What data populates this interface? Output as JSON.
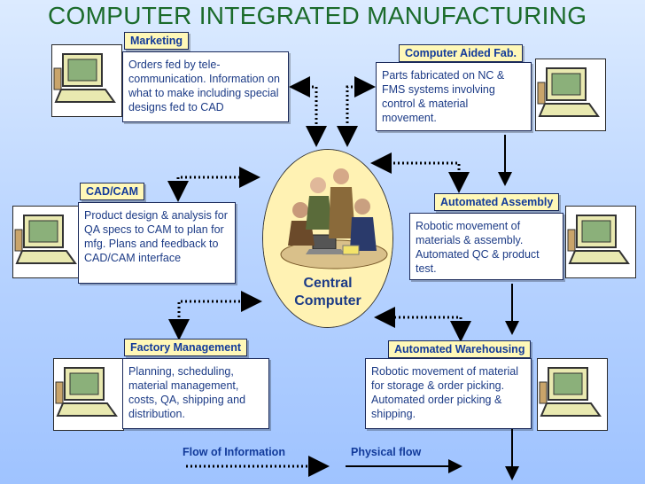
{
  "title": "COMPUTER INTEGRATED MANUFACTURING",
  "central": {
    "line1": "Central",
    "line2": "Computer"
  },
  "nodes": {
    "marketing": {
      "label": "Marketing",
      "text": "Orders fed by tele-communication. Information on what to make including special designs fed to CAD"
    },
    "caf": {
      "label": "Computer Aided Fab.",
      "text": "Parts fabricated on NC & FMS systems involving control & material movement."
    },
    "cadcam": {
      "label": "CAD/CAM",
      "text": "Product design & analysis for QA specs to CAM to plan for mfg. Plans and feedback to CAD/CAM interface"
    },
    "assembly": {
      "label": "Automated Assembly",
      "text": "Robotic movement of materials & assembly. Automated QC & product test."
    },
    "factory": {
      "label": "Factory Management",
      "text": "Planning, scheduling, material management, costs, QA, shipping and distribution."
    },
    "warehousing": {
      "label": "Automated Warehousing",
      "text": "Robotic movement of material for storage & order picking. Automated order picking & shipping."
    }
  },
  "legend": {
    "info": "Flow of Information",
    "physical": "Physical flow"
  },
  "colors": {
    "title": "#1b6b2b",
    "label_bg": "#fff8b8",
    "text": "#1c3b86",
    "central_bg": "#fff2b3"
  },
  "icons": {
    "computer": "computer-icon",
    "people": "team-meeting-icon"
  }
}
